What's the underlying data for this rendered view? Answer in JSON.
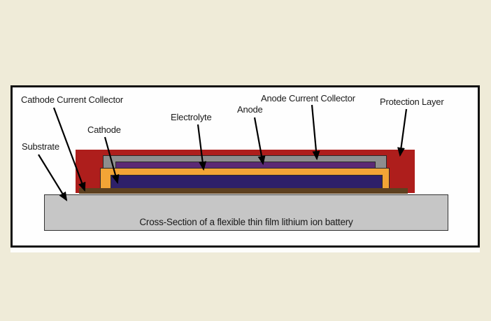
{
  "background_color": "#efebd8",
  "figure": {
    "caption": "Cross-Section of a flexible thin film lithium ion battery",
    "labels": {
      "cathode_current_collector": "Cathode Current Collector",
      "cathode": "Cathode",
      "substrate": "Substrate",
      "electrolyte": "Electrolyte",
      "anode": "Anode",
      "anode_current_collector": "Anode Current Collector",
      "protection_layer": "Protection Layer"
    },
    "layers": {
      "protection_layer": {
        "name": "Protection Layer",
        "color": "#ae1e1c"
      },
      "anode_current_collector": {
        "name": "Anode Current Collector",
        "color": "#8e8e8e"
      },
      "anode": {
        "name": "Anode",
        "color": "#5b2a74"
      },
      "electrolyte": {
        "name": "Electrolyte",
        "color": "#f2a436"
      },
      "cathode": {
        "name": "Cathode",
        "color": "#2e2069"
      },
      "cathode_current_collector": {
        "name": "Cathode Current Collector",
        "color": "#5e4120"
      },
      "substrate": {
        "name": "Substrate",
        "color": "#c6c6c6"
      }
    },
    "arrow_color": "#000000",
    "frame_border_color": "#111111"
  }
}
